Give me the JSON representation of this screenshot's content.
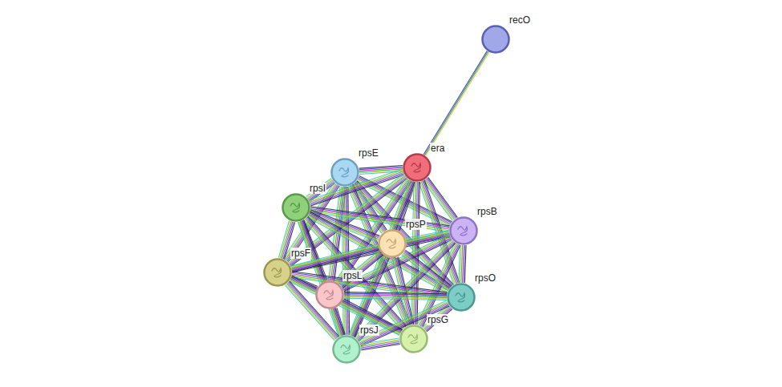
{
  "diagram": {
    "nodes": [
      {
        "text": [
          "recO"
        ]
      },
      {
        "text": [
          "rpsE"
        ]
      },
      {
        "text": [
          "era"
        ]
      },
      {
        "text": [
          "rpsI"
        ]
      },
      {
        "text": [
          "rpsB"
        ]
      },
      {
        "text": [
          "rpsP"
        ]
      },
      {
        "text": [
          "rpsF"
        ]
      },
      {
        "text": [
          "rpsL"
        ]
      },
      {
        "text": [
          "rpsO"
        ]
      },
      {
        "text": [
          "rpsG"
        ]
      },
      {
        "text": [
          "rpsJ"
        ]
      }
    ],
    "edges": [
      {
        "from": 0,
        "to": 2,
        "arrow": "none"
      },
      {
        "from": 1,
        "to": 2,
        "arrow": "none"
      },
      {
        "from": 1,
        "to": 3,
        "arrow": "none"
      },
      {
        "from": 1,
        "to": 4,
        "arrow": "none"
      },
      {
        "from": 1,
        "to": 5,
        "arrow": "none"
      },
      {
        "from": 1,
        "to": 6,
        "arrow": "none"
      },
      {
        "from": 1,
        "to": 7,
        "arrow": "none"
      },
      {
        "from": 1,
        "to": 8,
        "arrow": "none"
      },
      {
        "from": 1,
        "to": 9,
        "arrow": "none"
      },
      {
        "from": 1,
        "to": 10,
        "arrow": "none"
      },
      {
        "from": 2,
        "to": 3,
        "arrow": "none"
      },
      {
        "from": 2,
        "to": 4,
        "arrow": "none"
      },
      {
        "from": 2,
        "to": 5,
        "arrow": "none"
      },
      {
        "from": 2,
        "to": 6,
        "arrow": "none"
      },
      {
        "from": 2,
        "to": 7,
        "arrow": "none"
      },
      {
        "from": 2,
        "to": 8,
        "arrow": "none"
      },
      {
        "from": 2,
        "to": 9,
        "arrow": "none"
      },
      {
        "from": 2,
        "to": 10,
        "arrow": "none"
      },
      {
        "from": 3,
        "to": 4,
        "arrow": "none"
      },
      {
        "from": 3,
        "to": 5,
        "arrow": "none"
      },
      {
        "from": 3,
        "to": 6,
        "arrow": "none"
      },
      {
        "from": 3,
        "to": 7,
        "arrow": "none"
      },
      {
        "from": 3,
        "to": 8,
        "arrow": "none"
      },
      {
        "from": 3,
        "to": 9,
        "arrow": "none"
      },
      {
        "from": 3,
        "to": 10,
        "arrow": "none"
      },
      {
        "from": 4,
        "to": 5,
        "arrow": "none"
      },
      {
        "from": 4,
        "to": 6,
        "arrow": "none"
      },
      {
        "from": 4,
        "to": 7,
        "arrow": "none"
      },
      {
        "from": 4,
        "to": 8,
        "arrow": "none"
      },
      {
        "from": 4,
        "to": 9,
        "arrow": "none"
      },
      {
        "from": 4,
        "to": 10,
        "arrow": "none"
      },
      {
        "from": 5,
        "to": 6,
        "arrow": "none"
      },
      {
        "from": 5,
        "to": 7,
        "arrow": "none"
      },
      {
        "from": 5,
        "to": 8,
        "arrow": "none"
      },
      {
        "from": 5,
        "to": 9,
        "arrow": "none"
      },
      {
        "from": 5,
        "to": 10,
        "arrow": "none"
      },
      {
        "from": 6,
        "to": 7,
        "arrow": "none"
      },
      {
        "from": 6,
        "to": 8,
        "arrow": "none"
      },
      {
        "from": 6,
        "to": 9,
        "arrow": "none"
      },
      {
        "from": 6,
        "to": 10,
        "arrow": "none"
      },
      {
        "from": 7,
        "to": 8,
        "arrow": "none"
      },
      {
        "from": 7,
        "to": 9,
        "arrow": "none"
      },
      {
        "from": 7,
        "to": 10,
        "arrow": "none"
      },
      {
        "from": 8,
        "to": 9,
        "arrow": "none"
      },
      {
        "from": 8,
        "to": 10,
        "arrow": "none"
      },
      {
        "from": 9,
        "to": 10,
        "arrow": "none"
      }
    ]
  }
}
